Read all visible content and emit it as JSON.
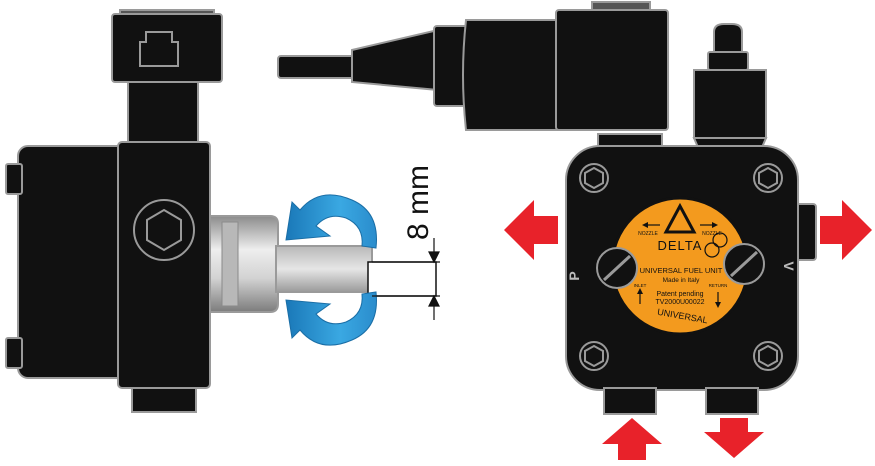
{
  "dimension": {
    "value_label": "8 mm"
  },
  "label": {
    "brand": "DELTA",
    "nozzle_left": "NOZZLE",
    "nozzle_right": "NOZZLE",
    "product": "UNIVERSAL FUEL UNIT",
    "origin": "Made in Italy",
    "inlet": "INLET",
    "return": "RETURN",
    "patent": "Patent pending",
    "model": "TV2000U00022",
    "series": "UNIVERSAL",
    "port_left": "P",
    "port_right": "V"
  },
  "colors": {
    "body": "#111111",
    "outline": "#9a9a9a",
    "label_orange": "#f39a1e",
    "arrow_red": "#e8222a",
    "rotation_blue": "#2f9bd6",
    "steel_light": "#d6d6d6",
    "steel_dark": "#8a8a8a"
  },
  "icons": [
    "rotation-arrow-icon",
    "flow-arrow-icon",
    "hex-plug-icon",
    "delta-logo-icon"
  ]
}
